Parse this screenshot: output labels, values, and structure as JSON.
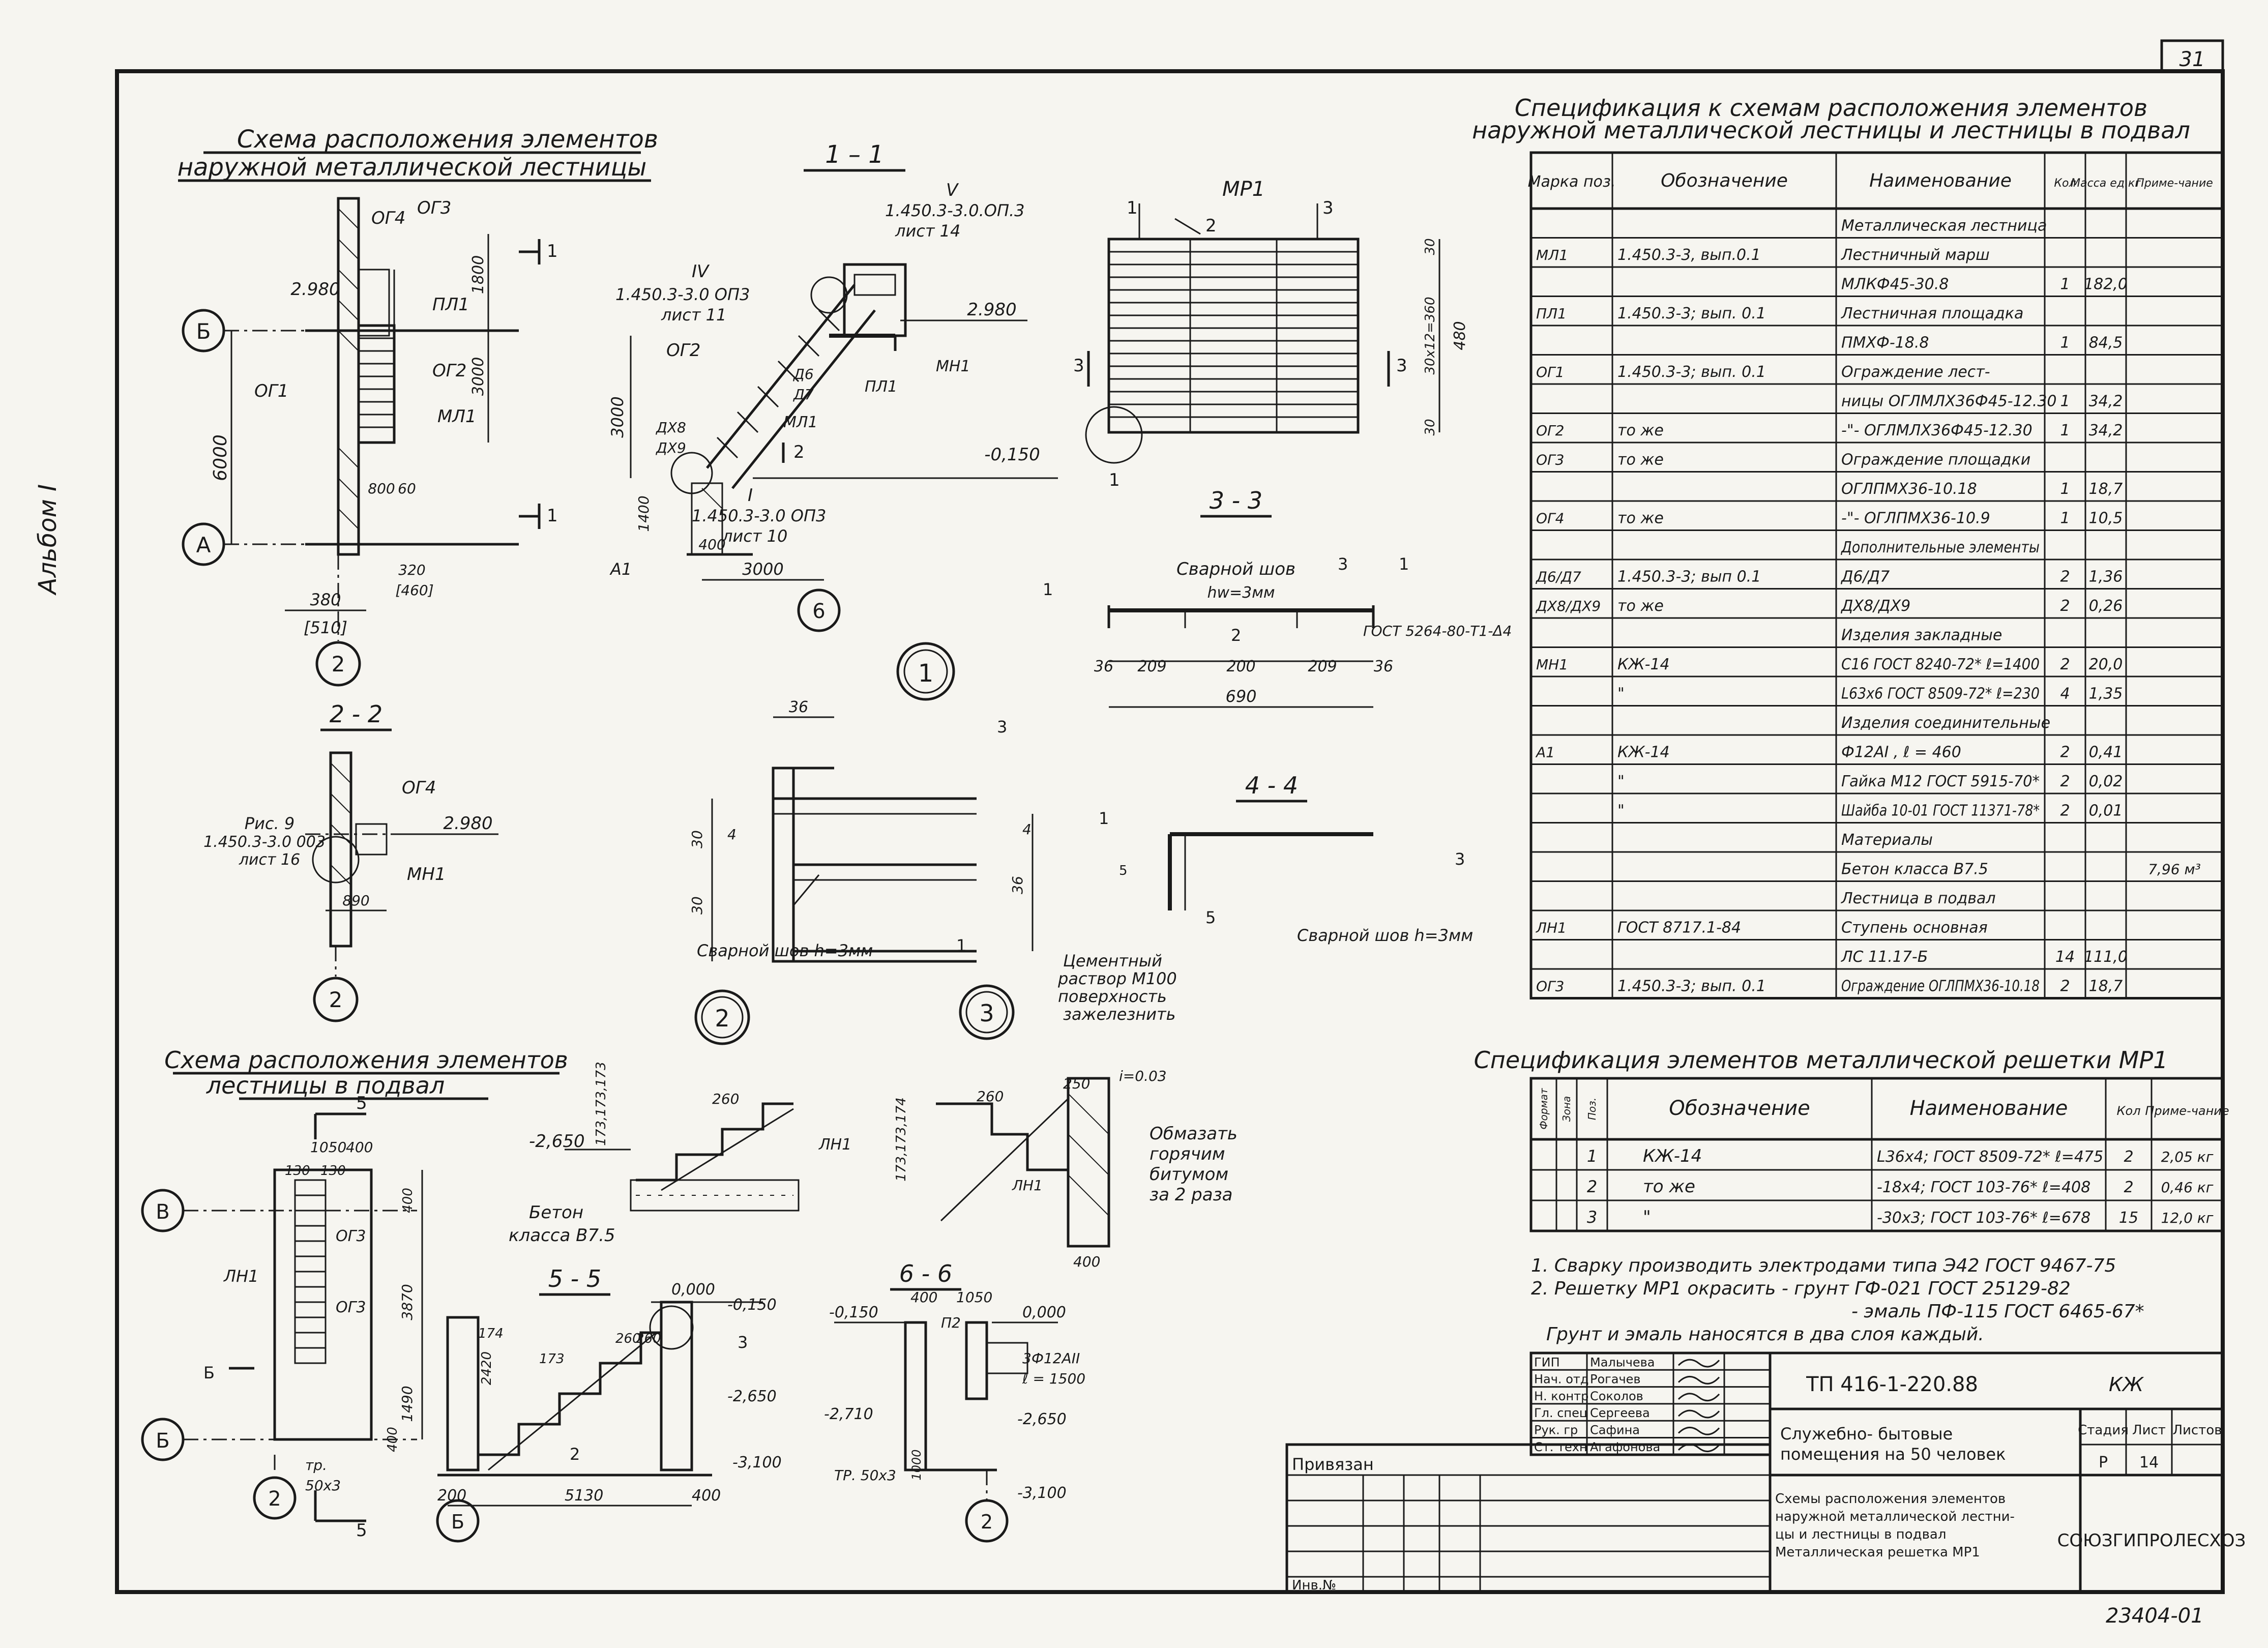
{
  "sheet": {
    "page_number": "31",
    "album": "Альбом I",
    "inventory_number": "23404-01"
  },
  "titles": {
    "scheme_outdoor": [
      "Схема расположения элементов",
      "наружной металлической лестницы"
    ],
    "scheme_basement": [
      "Схема расположения элементов",
      "лестницы в подвал"
    ],
    "section_1_1": "1 – 1",
    "section_2_2": "2 - 2",
    "section_3_3": "3 - 3",
    "section_4_4": "4 - 4",
    "section_5_5": "5 - 5",
    "section_6_6": "6 - 6",
    "grating": "МР1"
  },
  "spec1": {
    "title": [
      "Спецификация к схемам расположения элементов",
      "наружной металлической лестницы и лестницы в подвал"
    ],
    "headers": [
      "Марка поз.",
      "Обозначение",
      "Наименование",
      "Кол",
      "Масса ед.кг",
      "Приме-чание"
    ],
    "rows": [
      [
        "",
        "",
        "Металлическая лестница",
        "",
        "",
        ""
      ],
      [
        "МЛ1",
        "1.450.3-3, вып.0.1",
        "Лестничный марш",
        "",
        "",
        ""
      ],
      [
        "",
        "",
        "МЛКФ45-30.8",
        "1",
        "182,0",
        ""
      ],
      [
        "ПЛ1",
        "1.450.3-3; вып. 0.1",
        "Лестничная площадка",
        "",
        "",
        ""
      ],
      [
        "",
        "",
        "ПМХФ-18.8",
        "1",
        "84,5",
        ""
      ],
      [
        "ОГ1",
        "1.450.3-3; вып. 0.1",
        "Ограждение лест-",
        "",
        "",
        ""
      ],
      [
        "",
        "",
        "ницы ОГЛМЛХ36Ф45-12.30",
        "1",
        "34,2",
        ""
      ],
      [
        "ОГ2",
        "то же",
        "-\"- ОГЛМЛХ36Ф45-12.30",
        "1",
        "34,2",
        ""
      ],
      [
        "ОГ3",
        "то же",
        "Ограждение площадки",
        "",
        "",
        ""
      ],
      [
        "",
        "",
        "ОГЛПМХ36-10.18",
        "1",
        "18,7",
        ""
      ],
      [
        "ОГ4",
        "то же",
        "-\"- ОГЛПМХ36-10.9",
        "1",
        "10,5",
        ""
      ],
      [
        "",
        "",
        "Дополнительные элементы",
        "",
        "",
        ""
      ],
      [
        "Д6/Д7",
        "1.450.3-3; вып 0.1",
        "Д6/Д7",
        "2",
        "1,36",
        ""
      ],
      [
        "ДХ8/ДХ9",
        "то же",
        "ДХ8/ДХ9",
        "2",
        "0,26",
        ""
      ],
      [
        "",
        "",
        "Изделия закладные",
        "",
        "",
        ""
      ],
      [
        "МН1",
        "КЖ-14",
        "С16 ГОСТ 8240-72* ℓ=1400",
        "2",
        "20,0",
        ""
      ],
      [
        "",
        "\"",
        "L63x6 ГОСТ 8509-72* ℓ=230",
        "4",
        "1,35",
        ""
      ],
      [
        "",
        "",
        "Изделия соединительные",
        "",
        "",
        ""
      ],
      [
        "А1",
        "КЖ-14",
        "Ф12AI , ℓ = 460",
        "2",
        "0,41",
        ""
      ],
      [
        "",
        "\"",
        "Гайка М12 ГОСТ 5915-70*",
        "2",
        "0,02",
        ""
      ],
      [
        "",
        "\"",
        "Шайба 10-01 ГОСТ 11371-78*",
        "2",
        "0,01",
        ""
      ],
      [
        "",
        "",
        "Материалы",
        "",
        "",
        ""
      ],
      [
        "",
        "",
        "Бетон класса В7.5",
        "",
        "",
        "7,96 м³"
      ],
      [
        "",
        "",
        "Лестница в подвал",
        "",
        "",
        ""
      ],
      [
        "ЛН1",
        "ГОСТ 8717.1-84",
        "Ступень основная",
        "",
        "",
        ""
      ],
      [
        "",
        "",
        "ЛС 11.17-Б",
        "14",
        "111,0",
        ""
      ],
      [
        "ОГ3",
        "1.450.3-3; вып. 0.1",
        "Ограждение ОГЛПМХ36-10.18",
        "2",
        "18,7",
        ""
      ]
    ]
  },
  "spec2": {
    "title": "Спецификация элементов металлической решетки МР1",
    "headers": [
      "Формат",
      "Зона",
      "Поз.",
      "Обозначение",
      "Наименование",
      "Кол",
      "Приме-чание"
    ],
    "rows": [
      [
        "",
        "",
        "1",
        "КЖ-14",
        "L36x4; ГОСТ 8509-72* ℓ=475",
        "2",
        "2,05 кг"
      ],
      [
        "",
        "",
        "2",
        "то же",
        "-18x4; ГОСТ 103-76* ℓ=408",
        "2",
        "0,46 кг"
      ],
      [
        "",
        "",
        "3",
        "\"",
        "-30x3; ГОСТ 103-76* ℓ=678",
        "15",
        "12,0 кг"
      ]
    ]
  },
  "notes": [
    "1. Сварку производить электродами типа Э42 ГОСТ 9467-75",
    "2. Решетку МР1 окрасить - грунт ГФ-021 ГОСТ 25129-82",
    "- эмаль ПФ-115 ГОСТ 6465-67*",
    "Грунт и эмаль наносятся в два слоя каждый."
  ],
  "stamp": {
    "project_code": "ТП 416-1-220.88",
    "stage_mark": "КЖ",
    "object": [
      "Служебно- бытовые",
      "помещения на 50 человек"
    ],
    "sheet_title": [
      "Схемы расположения элементов",
      "наружной металлической лестни-",
      "цы и лестницы в подвал",
      "Металлическая решетка МР1"
    ],
    "organization": "СОЮЗГИПРОЛЕСХОЗ",
    "stage_label": "Стадия",
    "sheet_label": "Лист",
    "sheets_label": "Листов",
    "stage": "Р",
    "sheet": "14",
    "sheets": "",
    "bound_label": "Привязан",
    "inv_label": "Инв.№",
    "signatories": [
      [
        "ГИП",
        "Малычева"
      ],
      [
        "Нач. отд",
        "Рогачев"
      ],
      [
        "Н. контр",
        "Соколов"
      ],
      [
        "Гл. спец",
        "Сергеева"
      ],
      [
        "Рук. гр",
        "Сафина"
      ],
      [
        "Ст. техн",
        "Агафонова"
      ]
    ]
  },
  "labels": {
    "axis_B": "Б",
    "axis_A": "А",
    "axis_2": "2",
    "axis_6": "6",
    "axis_V": "В",
    "og4": "ОГ4",
    "og3": "ОГ3",
    "og2": "ОГ2",
    "og1": "ОГ1",
    "pl1": "ПЛ1",
    "ml1": "МЛ1",
    "mn1": "МН1",
    "a1": "А1",
    "d6": "Д6",
    "d7": "Д7",
    "dx8": "ДХ8",
    "dx9": "ДХ9",
    "ln1": "ЛН1",
    "lvl_2980": "2.980",
    "lvl_m0150": "-0,150",
    "lvl_m2650": "-2,650",
    "lvl_0000": "0,000",
    "lvl_m3100": "-3,100",
    "lvl_m2710": "-2,710",
    "dim_6000": "6000",
    "dim_3000": "3000",
    "dim_1800": "1800",
    "dim_380": "380",
    "dim_510": "[510]",
    "dim_800": "800",
    "dim_60": "60",
    "dim_320": "320",
    "dim_460": "[460]",
    "dim_400": "400",
    "dim_1400": "1400",
    "ref_V": "V",
    "ref_V_text": [
      "1.450.3-3.0.ОП.3",
      "лист 14"
    ],
    "ref_IV": "IV",
    "ref_IV_text": [
      "1.450.3-3.0 ОП3",
      "лист 11"
    ],
    "ref_I": "I",
    "ref_I_text": [
      "1.450.3-3.0 ОП3",
      "лист 10"
    ],
    "ris9": [
      "Рис. 9",
      "1.450.3-3.0 003",
      "лист 16"
    ],
    "dim_890": "890",
    "mr_dims": [
      "30",
      "30x12=360",
      "30",
      "480"
    ],
    "s33_dims": [
      "36",
      "209",
      "200",
      "209",
      "36",
      "690"
    ],
    "weld_3": "Сварной шов",
    "weld_hw": "hw=3мм",
    "gost_s33": "ГОСТ 5264-80-Т1-Δ4",
    "weld_3mm": "Сварной шов h=3мм",
    "n1_dims": [
      "36",
      "30",
      "30",
      "4",
      "4",
      "36"
    ],
    "cement": [
      "Цементный",
      "раствор М100",
      "поверхность",
      "зажелезнить"
    ],
    "concrete": [
      "Бетон",
      "класса В7.5"
    ],
    "bitumen": [
      "Обмазать",
      "горячим",
      "битумом",
      "за 2 раза"
    ],
    "n2_dims": [
      "260",
      "173,173,173"
    ],
    "n3_dims": [
      "250",
      "260",
      "i=0.03",
      "400",
      "173,173,174"
    ],
    "b1_dims": [
      "1050",
      "400",
      "130",
      "130",
      "400",
      "3870",
      "1490",
      "400"
    ],
    "b1_tp": [
      "тр.",
      "50x3"
    ],
    "s55_dims": [
      "200",
      "5130",
      "400",
      "2420",
      "260",
      "260",
      "173",
      "174"
    ],
    "s66_dims": [
      "400",
      "1050",
      "П2",
      "3Ф12AII",
      "ℓ = 1500",
      "1000"
    ],
    "s66_tp": "ТР. 50x3"
  }
}
